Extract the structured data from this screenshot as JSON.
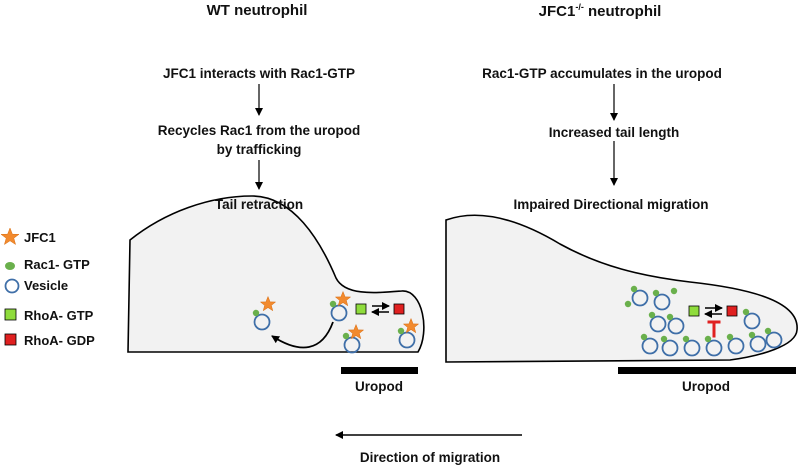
{
  "wt": {
    "title": "WT neutrophil",
    "steps": [
      "JFC1 interacts with Rac1-GTP",
      "Recycles Rac1 from the uropod",
      "by trafficking",
      "Tail retraction"
    ],
    "uropod": "Uropod"
  },
  "ko": {
    "title_main": "JFC1",
    "title_sup": "-/-",
    "title_rest": " neutrophil",
    "steps": [
      "Rac1-GTP accumulates in the uropod",
      "Increased tail length",
      "Impaired Directional migration"
    ],
    "uropod": "Uropod"
  },
  "legend": {
    "items": [
      {
        "label": "JFC1",
        "icon": "star-icon"
      },
      {
        "label": "Rac1- GTP",
        "icon": "green-dot-icon"
      },
      {
        "label": "Vesicle",
        "icon": "circle-icon"
      },
      {
        "label": "RhoA- GTP",
        "icon": "green-square-icon"
      },
      {
        "label": "RhoA- GDP",
        "icon": "red-square-icon"
      }
    ]
  },
  "direction": "Direction of migration",
  "colors": {
    "jfc1": "#f28a2e",
    "rac1": "#6ab04c",
    "vesicle": "#3f6fa8",
    "rhoa_gtp": "#8fdc3c",
    "rhoa_gdp": "#e02020",
    "inhibit": "#e02020",
    "cell_fill": "#f2f2f2"
  }
}
